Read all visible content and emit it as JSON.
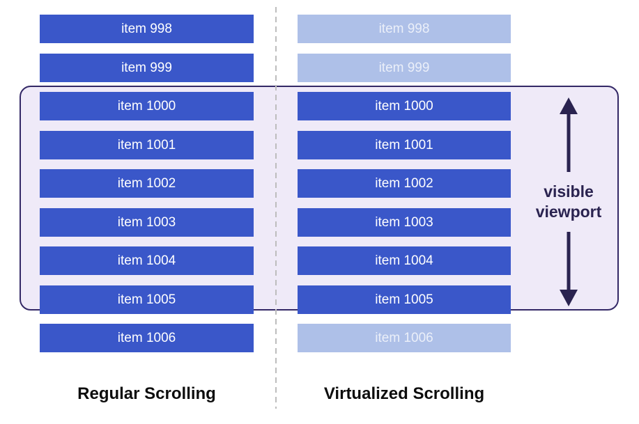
{
  "diagram_title": "",
  "columns": [
    {
      "caption": "Regular Scrolling",
      "items": [
        {
          "label": "item 998",
          "state": "solid"
        },
        {
          "label": "item 999",
          "state": "solid"
        },
        {
          "label": "item 1000",
          "state": "solid"
        },
        {
          "label": "item 1001",
          "state": "solid"
        },
        {
          "label": "item 1002",
          "state": "solid"
        },
        {
          "label": "item 1003",
          "state": "solid"
        },
        {
          "label": "item 1004",
          "state": "solid"
        },
        {
          "label": "item 1005",
          "state": "solid"
        },
        {
          "label": "item 1006",
          "state": "solid"
        }
      ]
    },
    {
      "caption": "Virtualized Scrolling",
      "items": [
        {
          "label": "item 998",
          "state": "faded"
        },
        {
          "label": "item 999",
          "state": "faded"
        },
        {
          "label": "item 1000",
          "state": "solid"
        },
        {
          "label": "item 1001",
          "state": "solid"
        },
        {
          "label": "item 1002",
          "state": "solid"
        },
        {
          "label": "item 1003",
          "state": "solid"
        },
        {
          "label": "item 1004",
          "state": "solid"
        },
        {
          "label": "item 1005",
          "state": "solid"
        },
        {
          "label": "item 1006",
          "state": "faded"
        }
      ]
    }
  ],
  "viewport": {
    "label": "visible viewport",
    "contains_items": [
      "item 1000",
      "item 1001",
      "item 1002",
      "item 1003",
      "item 1004",
      "item 1005"
    ]
  },
  "colors": {
    "bar_solid": "#3A57C9",
    "bar_faded": "#AEC0E8",
    "viewport_fill": "#EFEAF8",
    "viewport_border": "#332866",
    "arrow": "#2A2350",
    "divider": "#BDBDBD",
    "caption": "#0D0D0D",
    "background": "#FFFFFF"
  }
}
